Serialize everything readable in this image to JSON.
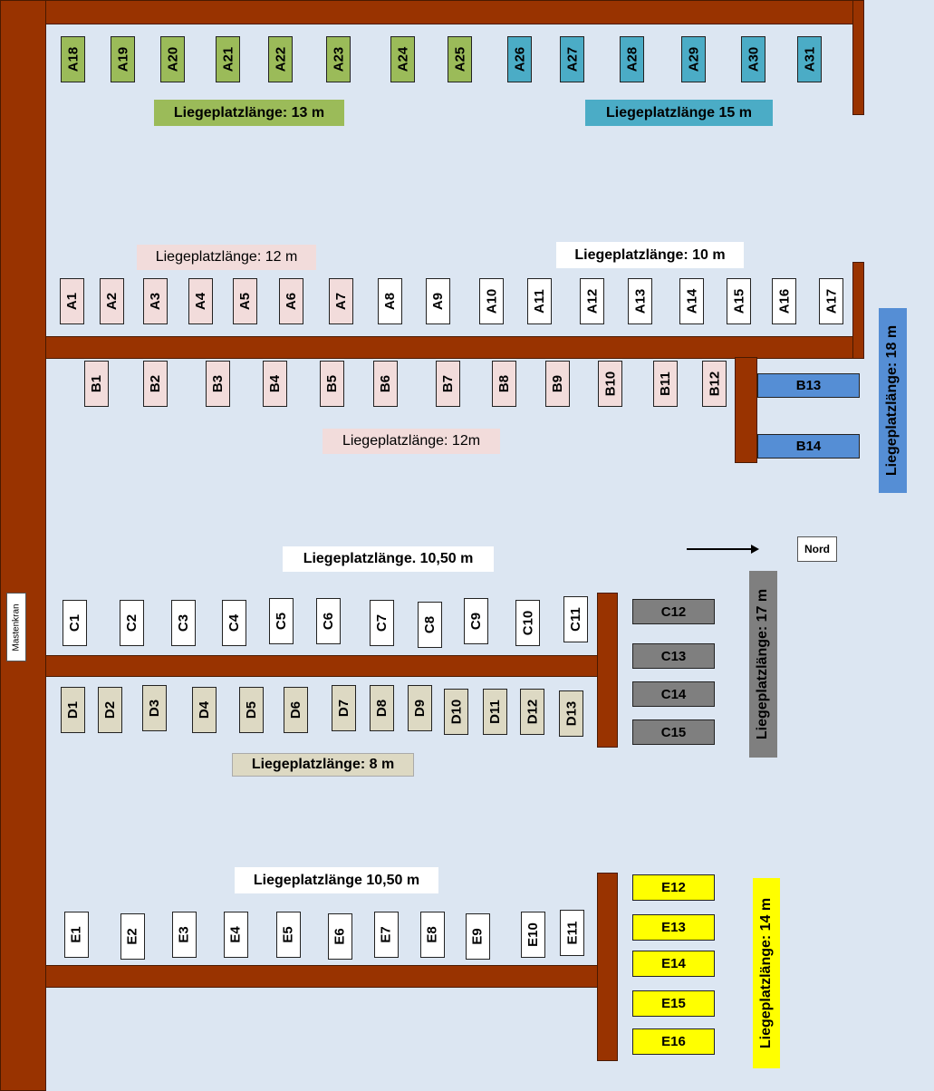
{
  "colors": {
    "background": "#dce6f2",
    "pier": "#993300",
    "green": "#9bbb59",
    "teal": "#4bacc6",
    "pink": "#f2dcdb",
    "white": "#ffffff",
    "blue": "#558ed5",
    "beige": "#ddd9c3",
    "gray": "#7f7f7f",
    "yellow": "#ffff00"
  },
  "crane_label": "Mastenkran",
  "north_label": "Nord",
  "labels": {
    "a_green": "Liegeplatzlänge: 13 m",
    "a_teal": "Liegeplatzlänge 15 m",
    "a_pink": "Liegeplatzlänge: 12 m",
    "a_white": "Liegeplatzlänge: 10 m",
    "b_pink": "Liegeplatzlänge: 12m",
    "b_blue": "Liegeplatzlänge: 18 m",
    "c_white": "Liegeplatzlänge. 10,50 m",
    "c_gray": "Liegeplatzlänge: 17 m",
    "d_beige": "Liegeplatzlänge: 8 m",
    "e_white": "Liegeplatzlänge 10,50 m",
    "e_yellow": "Liegeplatzlänge: 14 m"
  },
  "berths": {
    "a_top": [
      "A18",
      "A19",
      "A20",
      "A21",
      "A22",
      "A23",
      "A24",
      "A25",
      "A26",
      "A27",
      "A28",
      "A29",
      "A30",
      "A31"
    ],
    "a_row": [
      "A1",
      "A2",
      "A3",
      "A4",
      "A5",
      "A6",
      "A7",
      "A8",
      "A9",
      "A10",
      "A11",
      "A12",
      "A13",
      "A14",
      "A15",
      "A16",
      "A17"
    ],
    "b_row": [
      "B1",
      "B2",
      "B3",
      "B4",
      "B5",
      "B6",
      "B7",
      "B8",
      "B9",
      "B10",
      "B11",
      "B12"
    ],
    "b_side": [
      "B13",
      "B14"
    ],
    "c_row": [
      "C1",
      "C2",
      "C3",
      "C4",
      "C5",
      "C6",
      "C7",
      "C8",
      "C9",
      "C10",
      "C11"
    ],
    "c_side": [
      "C12",
      "C13",
      "C14",
      "C15"
    ],
    "d_row": [
      "D1",
      "D2",
      "D3",
      "D4",
      "D5",
      "D6",
      "D7",
      "D8",
      "D9",
      "D10",
      "D11",
      "D12",
      "D13"
    ],
    "e_row": [
      "E1",
      "E2",
      "E3",
      "E4",
      "E5",
      "E6",
      "E7",
      "E8",
      "E9",
      "E10",
      "E11"
    ],
    "e_side": [
      "E12",
      "E13",
      "E14",
      "E15",
      "E16"
    ]
  }
}
